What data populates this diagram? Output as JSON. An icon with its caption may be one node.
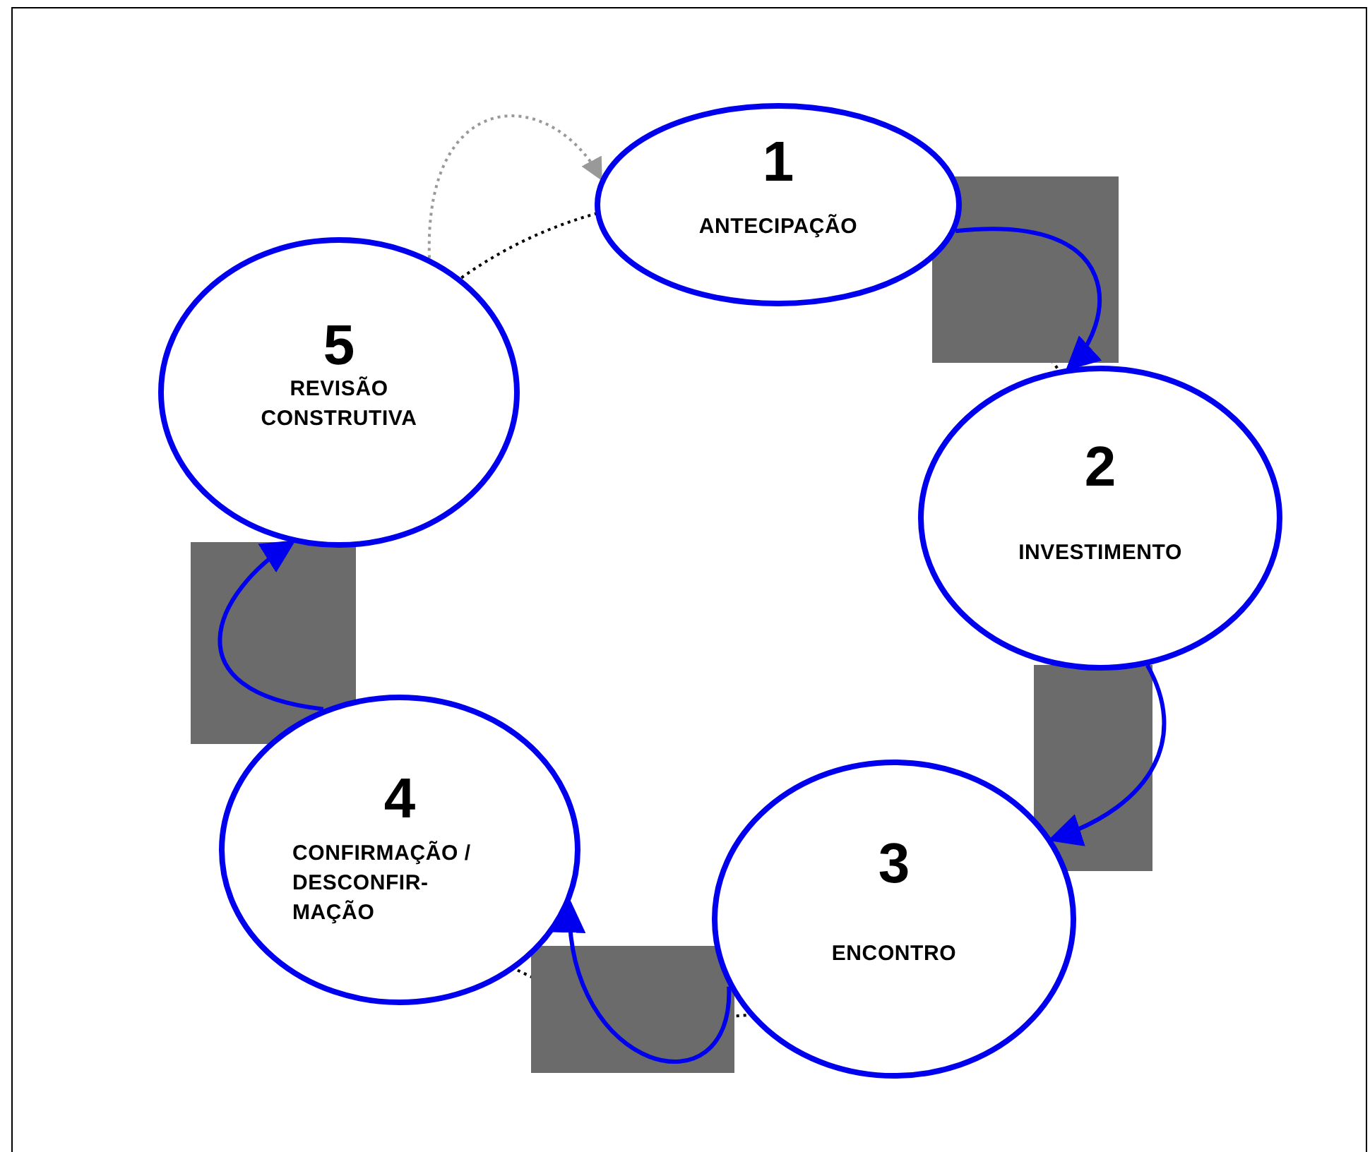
{
  "diagram": {
    "nodes": [
      {
        "text": [
          "1",
          "ANTECIPAÇÃO"
        ]
      },
      {
        "text": [
          "2",
          "INVESTIMENTO"
        ]
      },
      {
        "text": [
          "3",
          "ENCONTRO"
        ]
      },
      {
        "text": [
          "4",
          "CONFIRMAÇÃO / DESCONFIR- MAÇÃO"
        ]
      },
      {
        "text": [
          "5",
          "REVISÃO CONSTRUTIVA"
        ]
      }
    ],
    "edges": [
      {
        "from": 0,
        "to": 1,
        "arrow": "to"
      },
      {
        "from": 1,
        "to": 2,
        "arrow": "to"
      },
      {
        "from": 2,
        "to": 3,
        "arrow": "to"
      },
      {
        "from": 3,
        "to": 4,
        "arrow": "to"
      },
      {
        "from": 4,
        "to": 0,
        "arrow": "to",
        "style": "dashed",
        "color": "#999999"
      }
    ]
  }
}
